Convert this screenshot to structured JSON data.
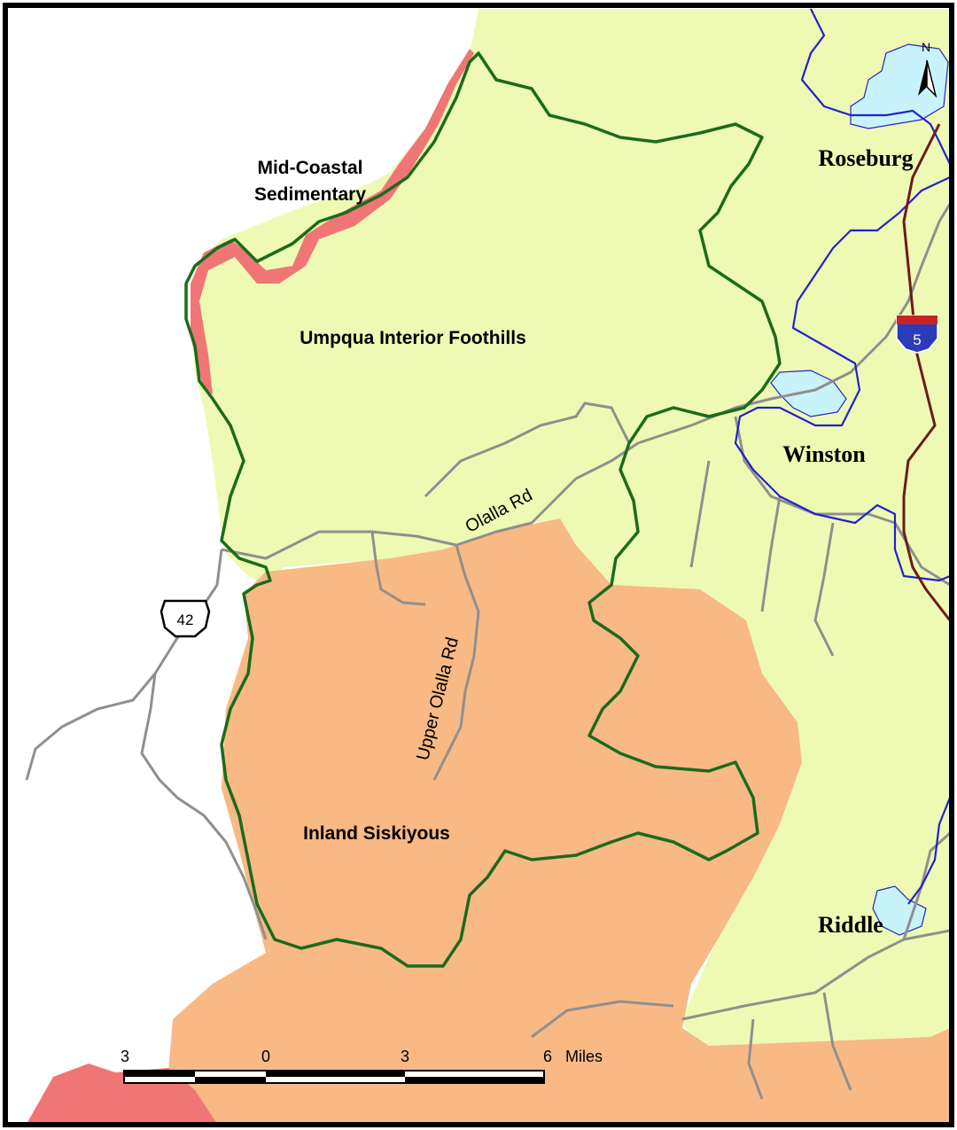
{
  "regions": {
    "mid_coastal_line1": "Mid-Coastal",
    "mid_coastal_line2": "Sedimentary",
    "umpqua": "Umpqua Interior Foothills",
    "inland": "Inland Siskiyous"
  },
  "cities": {
    "roseburg": "Roseburg",
    "winston": "Winston",
    "riddle": "Riddle"
  },
  "roads": {
    "olalla": "Olalla Rd",
    "upper_olalla": "Upper Olalla Rd"
  },
  "shields": {
    "us_route": "42",
    "interstate": "5"
  },
  "north_arrow": "N",
  "scale": {
    "tick_labels": [
      "3",
      "0",
      "3",
      "6"
    ],
    "unit": "Miles"
  },
  "colors": {
    "foothills": "#eefab4",
    "siskiyous": "#f8b985",
    "sedimentary": "#f07676",
    "boundary": "#1b6b1b",
    "road": "#8f8f8f",
    "river": "#2222cc",
    "urban": "#c9f3fb",
    "interstate": "#6b1b1b"
  }
}
